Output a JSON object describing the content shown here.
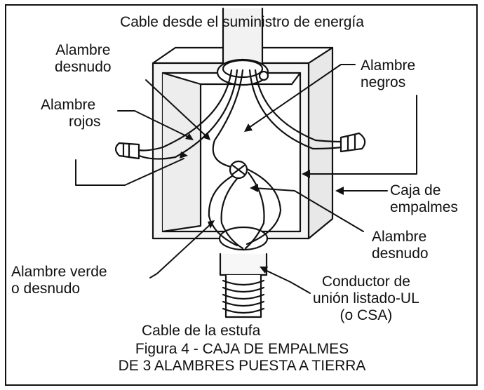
{
  "labels": {
    "cable_supply": "Cable desde el suministro de energía",
    "bare_wire_top": [
      "Alambre",
      "desnudo"
    ],
    "black_wires": [
      "Alambre",
      "negros"
    ],
    "red_wires": [
      "Alambre",
      "rojos"
    ],
    "junction_box": [
      "Caja de",
      "empalmes"
    ],
    "bare_wire_right": [
      "Alambre",
      "desnudo"
    ],
    "green_wire": [
      "Alambre verde",
      "o desnudo"
    ],
    "bonding_conductor": [
      "Conductor de",
      "unión listado-UL",
      "(o CSA)"
    ],
    "stove_cable": "Cable de la estufa"
  },
  "caption": [
    "Figura 4 - CAJA DE EMPALMES",
    "DE 3 ALAMBRES PUESTA A TIERRA"
  ]
}
